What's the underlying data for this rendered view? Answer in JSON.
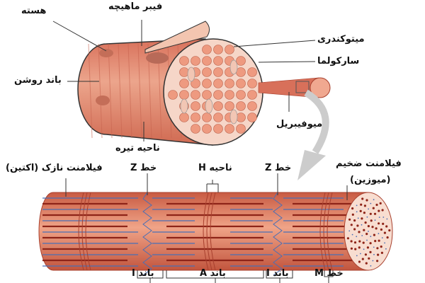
{
  "top_labels": {
    "nucleus": "هسته",
    "muscle_fiber": "فیبر ماهیچه",
    "mitochondria": "میتوکندری",
    "sarcolemma": "سارکولما",
    "light_band": "باند روشن",
    "myofibril": "میوفیبریل",
    "dark_zone": "ناحیه تیره"
  },
  "bottom_labels": {
    "thin_filament": "فیلامنت نازک (اکتین)",
    "z_line_left": "خط Z",
    "h_zone": "ناحیه H",
    "z_line_right": "خط Z",
    "thick_filament": "فیلامنت ضخیم",
    "thick_filament_sub": "(میوزین)",
    "i_band_left": "باند I",
    "a_band": "باند A",
    "i_band_right": "باند I",
    "m_line": "خط M"
  },
  "colors": {
    "muscle": "#e0876a",
    "muscle_dark": "#a8402e",
    "actin": "#4a6fb5",
    "myosin": "#8e2418",
    "cross_section": "#f6d6c8"
  }
}
